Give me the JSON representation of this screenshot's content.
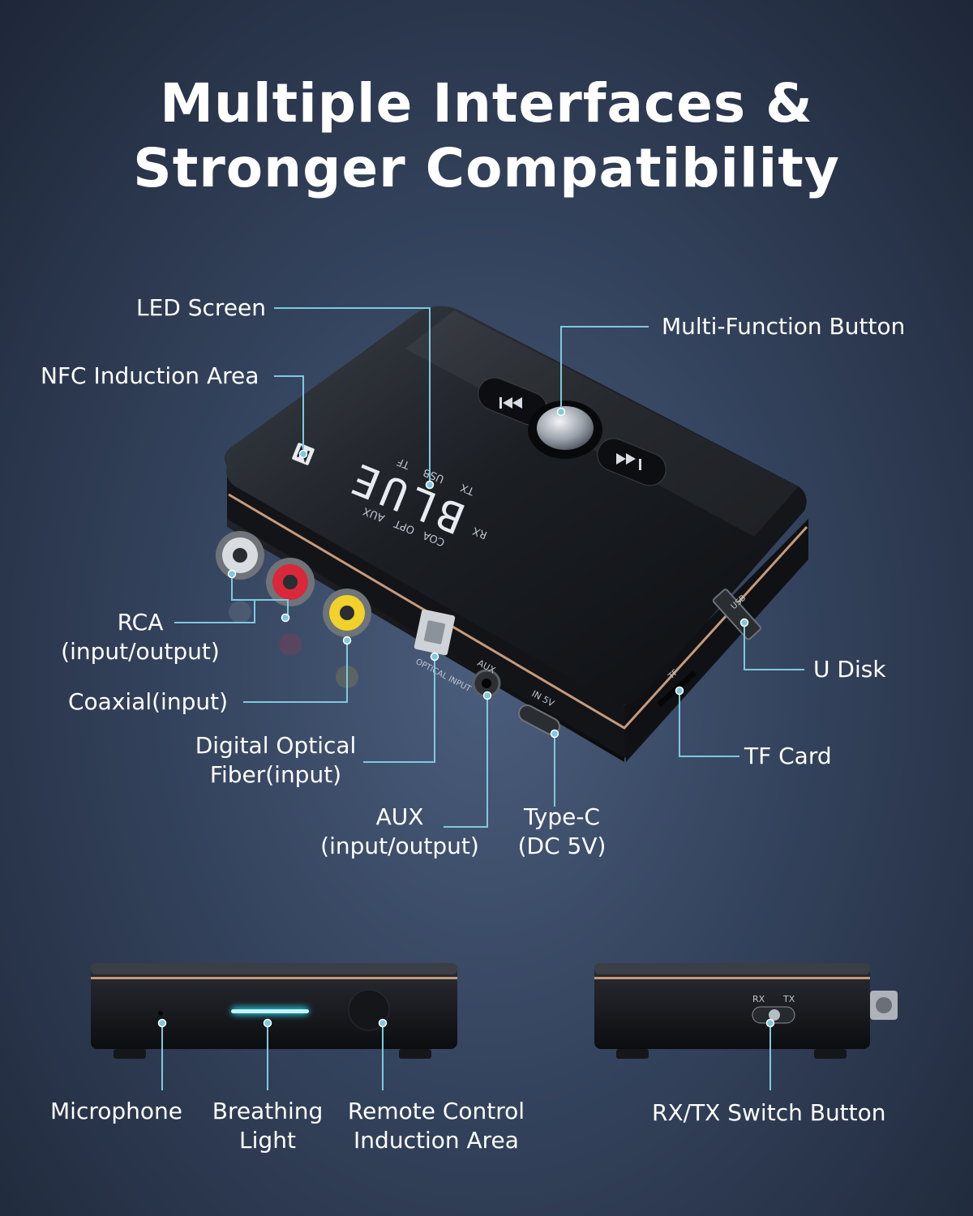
{
  "title": {
    "line1": "Multiple Interfaces &",
    "line2": "Stronger Compatibility"
  },
  "labels": {
    "led_screen": "LED Screen",
    "nfc_area": "NFC Induction Area",
    "multi_button": "Multi-Function Button",
    "rca_line1": "RCA",
    "rca_line2": "(input/output)",
    "coaxial": "Coaxial(input)",
    "optical_line1": "Digital Optical",
    "optical_line2": "Fiber(input)",
    "aux_line1": "AUX",
    "aux_line2": "(input/output)",
    "typec_line1": "Type-C",
    "typec_line2": "(DC 5V)",
    "tf_card": "TF Card",
    "u_disk": "U Disk",
    "microphone": "Microphone",
    "breathing_line1": "Breathing",
    "breathing_line2": "Light",
    "remote_line1": "Remote Control",
    "remote_line2": "Induction Area",
    "switch_button": "RX/TX Switch Button"
  },
  "device_markings": {
    "lcd_digits": "BLUE",
    "mode_rx": "RX",
    "mode_tx": "TX",
    "mode_usb": "USB",
    "mode_tf": "TF",
    "mode_aux": "AUX",
    "mode_opt": "OPT",
    "mode_coa": "COA",
    "port_optical": "OPTICAL INPUT",
    "port_aux": "AUX",
    "port_in5v": "IN 5V",
    "port_tf": "TF",
    "port_usb": "USB",
    "switch_rx": "RX",
    "switch_tx": "TX"
  },
  "colors": {
    "accent": "#7ec9de",
    "background": "#34435d",
    "device_body": "#16181c",
    "trim": "#c79a7a",
    "breathing_light": "#2fe0ff"
  },
  "icons": [
    "nfc-icon",
    "prev-track-icon",
    "next-track-icon",
    "play-button-icon"
  ]
}
